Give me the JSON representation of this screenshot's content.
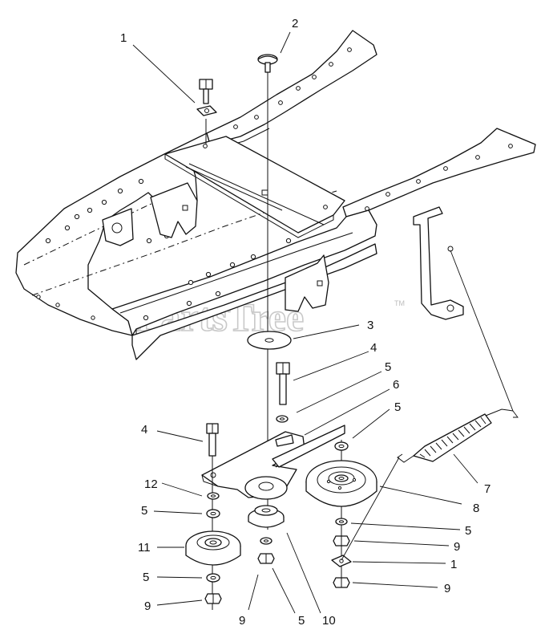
{
  "watermark": {
    "text": "PartsTree",
    "mark": "TM"
  },
  "callouts": [
    {
      "id": "c1a",
      "text": "1"
    },
    {
      "id": "c2",
      "text": "2"
    },
    {
      "id": "c3",
      "text": "3"
    },
    {
      "id": "c4a",
      "text": "4"
    },
    {
      "id": "c5a",
      "text": "5"
    },
    {
      "id": "c6",
      "text": "6"
    },
    {
      "id": "c5b",
      "text": "5"
    },
    {
      "id": "c4b",
      "text": "4"
    },
    {
      "id": "c12",
      "text": "12"
    },
    {
      "id": "c5c",
      "text": "5"
    },
    {
      "id": "c11",
      "text": "11"
    },
    {
      "id": "c5d",
      "text": "5"
    },
    {
      "id": "c9a",
      "text": "9"
    },
    {
      "id": "c9b",
      "text": "9"
    },
    {
      "id": "c5e",
      "text": "5"
    },
    {
      "id": "c10",
      "text": "10"
    },
    {
      "id": "c7",
      "text": "7"
    },
    {
      "id": "c8",
      "text": "8"
    },
    {
      "id": "c5f",
      "text": "5"
    },
    {
      "id": "c9c",
      "text": "9"
    },
    {
      "id": "c1b",
      "text": "1"
    },
    {
      "id": "c9d",
      "text": "9"
    }
  ]
}
